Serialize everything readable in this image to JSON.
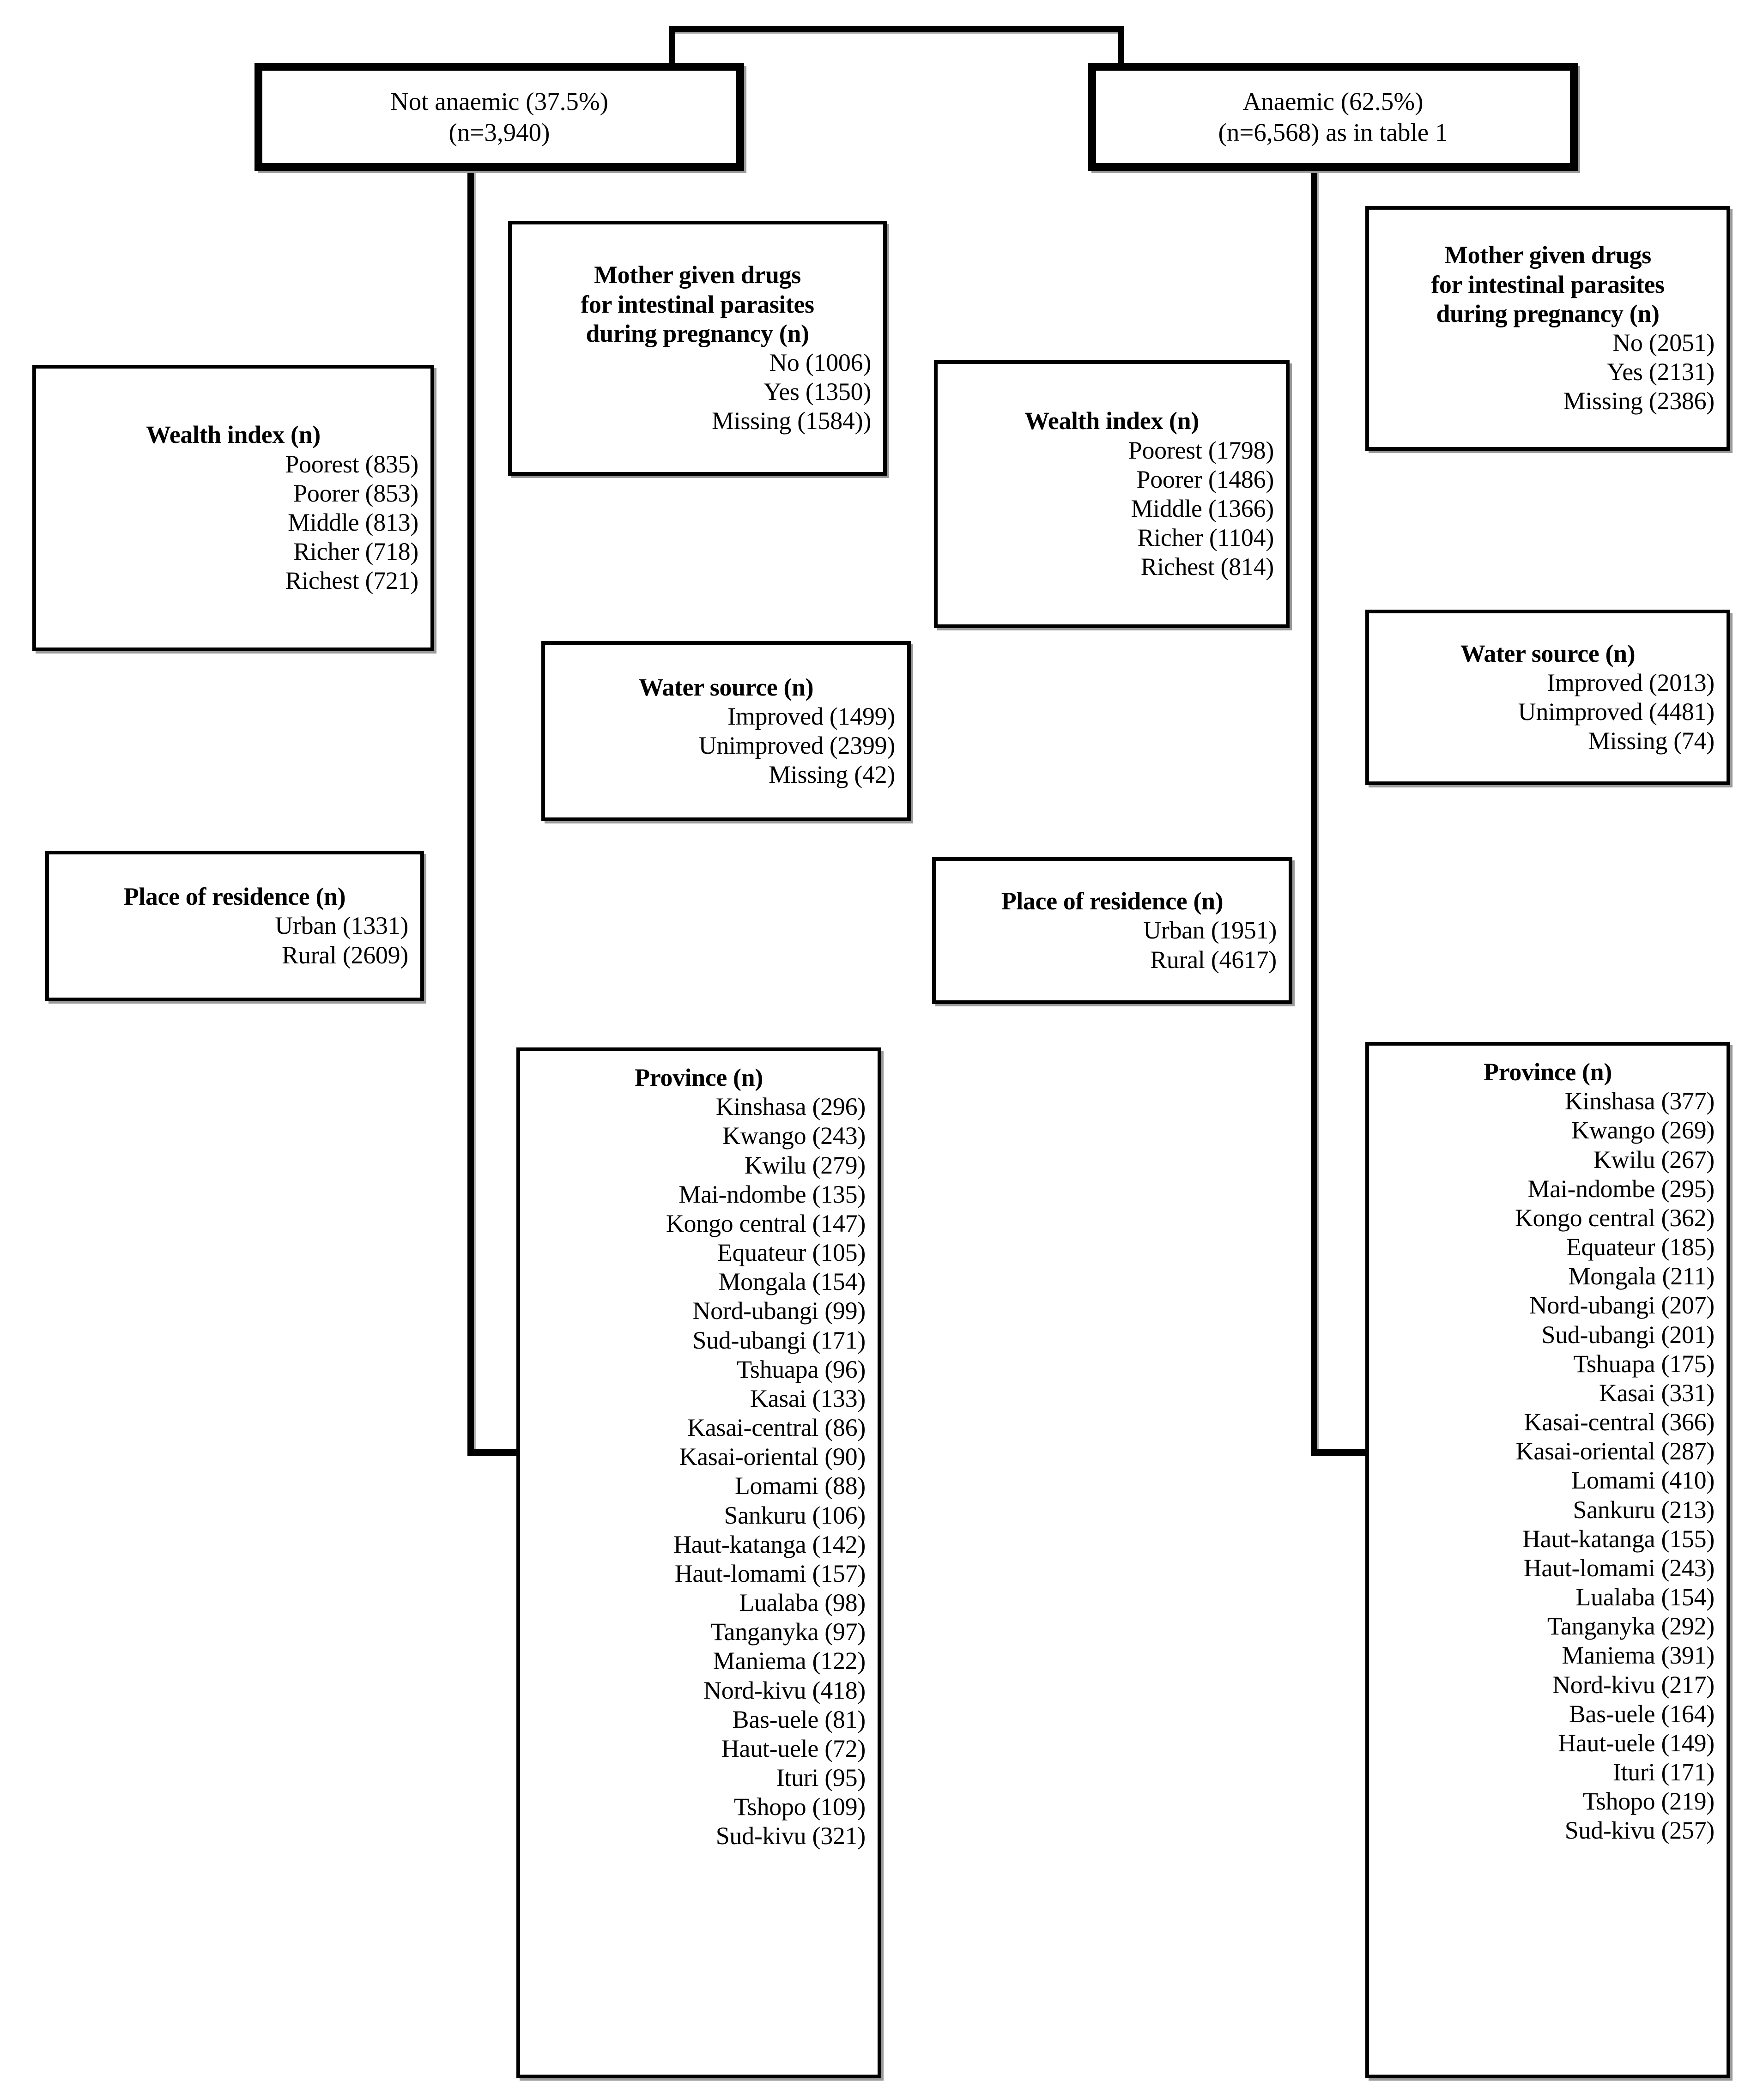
{
  "figure": {
    "kind": "flowchart",
    "root": {
      "left": {
        "line1": "Not anaemic (37.5%)",
        "line2": "(n=3,940)"
      },
      "right": {
        "line1": "Anaemic (62.5%)",
        "line2": "(n=6,568) as in table 1"
      }
    },
    "branches": [
      {
        "id": "not-anaemic",
        "boxes": [
          {
            "id": "wealth-index-left",
            "title": [
              "Wealth index (n)"
            ],
            "lines": [
              "Poorest (835)",
              "Poorer (853)",
              "Middle (813)",
              "Richer (718)",
              "Richest (721)"
            ]
          },
          {
            "id": "mother-drugs-left",
            "title": [
              "Mother given drugs",
              "for intestinal parasites",
              "during pregnancy (n)"
            ],
            "lines": [
              "No (1006)",
              "Yes (1350)",
              "Missing (1584))"
            ]
          },
          {
            "id": "water-source-left",
            "title": [
              "Water source (n)"
            ],
            "lines": [
              "Improved (1499)",
              "Unimproved (2399)",
              "Missing (42)"
            ]
          },
          {
            "id": "residence-left",
            "title": [
              "Place of residence (n)"
            ],
            "lines": [
              "Urban (1331)",
              "Rural (2609)"
            ]
          },
          {
            "id": "province-left",
            "title": [
              "Province (n)"
            ],
            "lines": [
              "Kinshasa (296)",
              "Kwango (243)",
              "Kwilu (279)",
              "Mai-ndombe (135)",
              "Kongo central (147)",
              "Equateur (105)",
              "Mongala (154)",
              "Nord-ubangi (99)",
              "Sud-ubangi (171)",
              "Tshuapa (96)",
              "Kasai (133)",
              "Kasai-central (86)",
              "Kasai-oriental (90)",
              "Lomami (88)",
              "Sankuru (106)",
              "Haut-katanga (142)",
              "Haut-lomami (157)",
              "Lualaba (98)",
              "Tanganyka (97)",
              "Maniema (122)",
              "Nord-kivu (418)",
              "Bas-uele (81)",
              "Haut-uele (72)",
              "Ituri (95)",
              "Tshopo (109)",
              "Sud-kivu (321)"
            ]
          }
        ]
      },
      {
        "id": "anaemic",
        "boxes": [
          {
            "id": "wealth-index-right",
            "title": [
              "Wealth index (n)"
            ],
            "lines": [
              "Poorest (1798)",
              "Poorer (1486)",
              "Middle (1366)",
              "Richer (1104)",
              "Richest (814)"
            ]
          },
          {
            "id": "mother-drugs-right",
            "title": [
              "Mother given drugs",
              "for intestinal parasites",
              "during pregnancy (n)"
            ],
            "lines": [
              "No (2051)",
              "Yes (2131)",
              "Missing (2386)"
            ]
          },
          {
            "id": "water-source-right",
            "title": [
              "Water source (n)"
            ],
            "lines": [
              "Improved (2013)",
              "Unimproved (4481)",
              "Missing (74)"
            ]
          },
          {
            "id": "residence-right",
            "title": [
              "Place of residence (n)"
            ],
            "lines": [
              "Urban (1951)",
              "Rural (4617)"
            ]
          },
          {
            "id": "province-right",
            "title": [
              "Province (n)"
            ],
            "lines": [
              "Kinshasa (377)",
              "Kwango (269)",
              "Kwilu (267)",
              "Mai-ndombe (295)",
              "Kongo central (362)",
              "Equateur (185)",
              "Mongala (211)",
              "Nord-ubangi (207)",
              "Sud-ubangi (201)",
              "Tshuapa (175)",
              "Kasai (331)",
              "Kasai-central (366)",
              "Kasai-oriental (287)",
              "Lomami (410)",
              "Sankuru (213)",
              "Haut-katanga (155)",
              "Haut-lomami (243)",
              "Lualaba (154)",
              "Tanganyka (292)",
              "Maniema (391)",
              "Nord-kivu (217)",
              "Bas-uele (164)",
              "Haut-uele (149)",
              "Ituri (171)",
              "Tshopo (219)",
              "Sud-kivu (257)"
            ]
          }
        ]
      }
    ],
    "colors": {
      "stroke": "#000000",
      "shadow": "#9a9a9a",
      "background": "#ffffff"
    }
  }
}
